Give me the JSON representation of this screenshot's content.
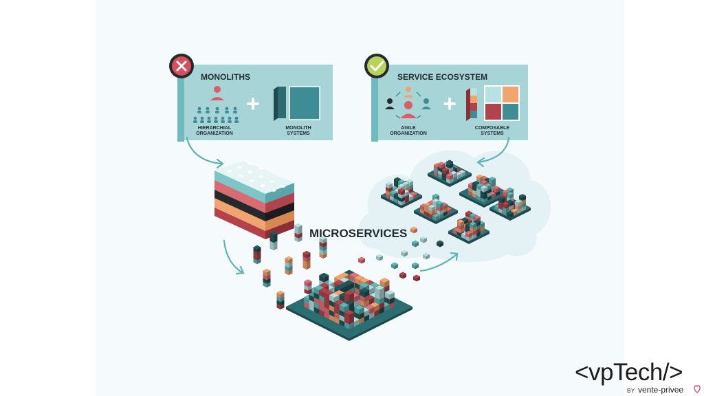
{
  "monoliths": {
    "title": "MONOLITHS",
    "status_icon": "x-icon",
    "label_org": [
      "HIERARCHIAL",
      "ORGANIZATION"
    ],
    "label_sys": [
      "MONOLITH",
      "SYSTEMS"
    ]
  },
  "ecosystem": {
    "title": "SERVICE ECOSYSTEM",
    "status_icon": "check-icon",
    "label_org": [
      "AGILE",
      "ORGANIZATION"
    ],
    "label_sys": [
      "COMPOSABLE",
      "SYSTEMS"
    ]
  },
  "plus_sign": "+",
  "center_label": "MICROSERVICES",
  "logo": {
    "mark_open": "<vp",
    "mark_accent": "Tech",
    "mark_close": "/>",
    "by": "BY",
    "brand": "vente-privee"
  },
  "colors": {
    "background": "#f5fbfc",
    "panel": "#a7d4d7",
    "panel_side": "#6fb9bf",
    "cloud": "#e4f2f5",
    "arrow": "#5fb3b5",
    "teal": "#5fb7b6",
    "light_teal": "#b7e2e2",
    "dark_teal": "#235558",
    "red": "#b2434b",
    "pink": "#e07078",
    "orange": "#f2a46e",
    "status_bad": "#d64f5e",
    "status_good": "#b8d35a",
    "status_ring": "#26282c",
    "logo_accent": "#e3326a"
  }
}
